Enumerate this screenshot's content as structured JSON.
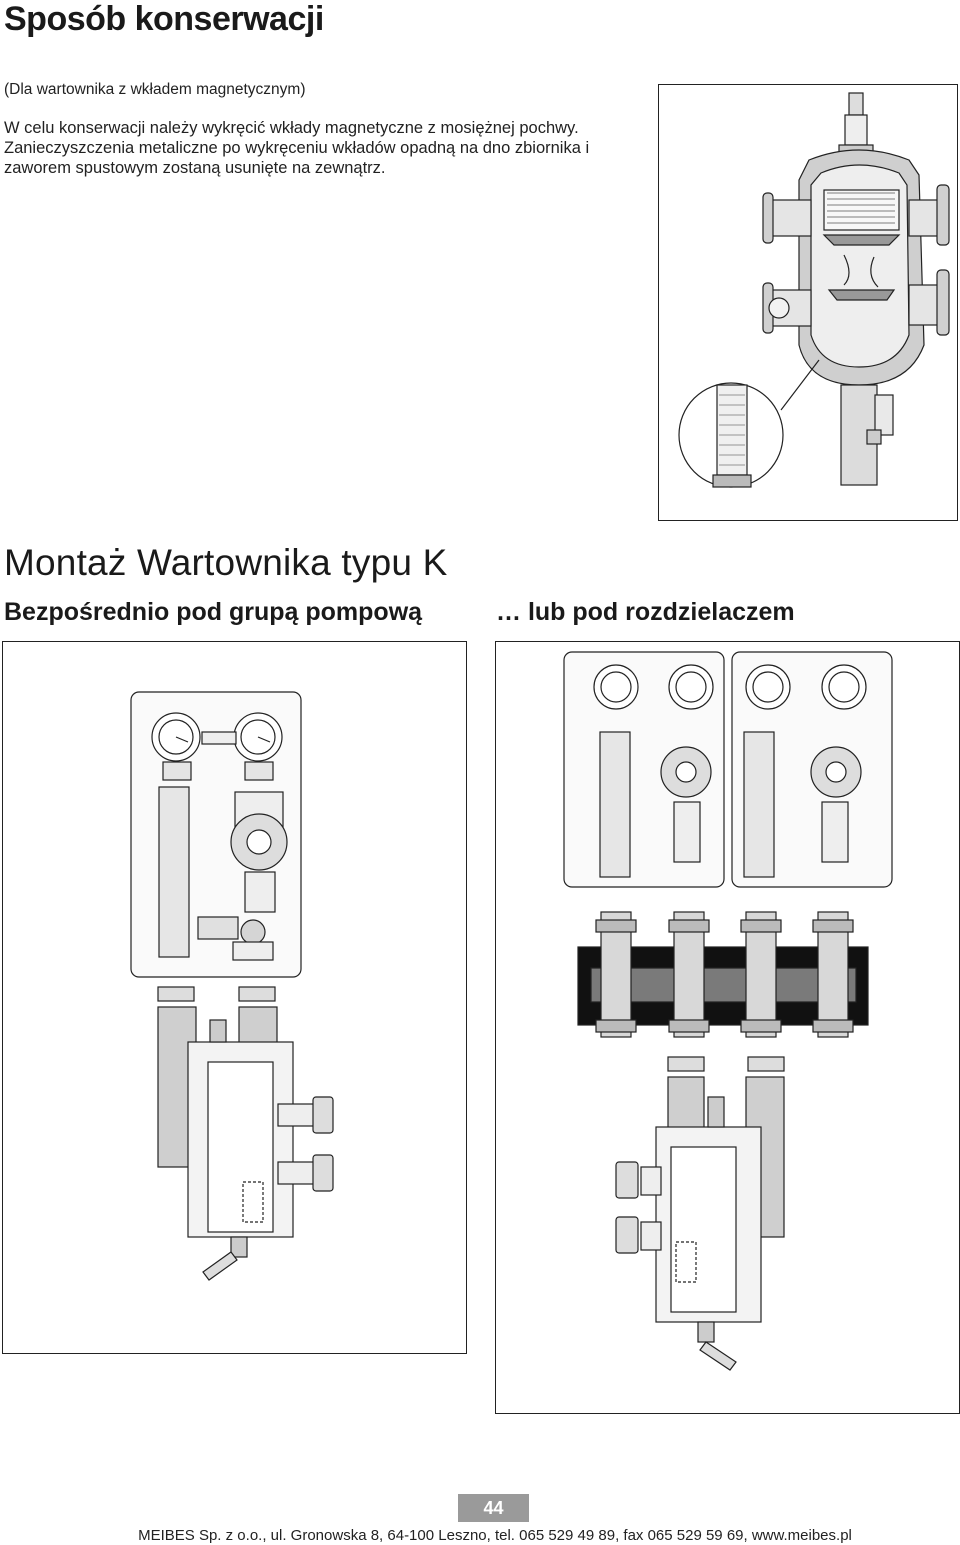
{
  "page": {
    "title": "Sposób konserwacji",
    "note": "(Dla wartownika z wkładem magnetycznym)",
    "paragraph": [
      "W  celu konserwacji należy wykręcić wkłady magnetyczne z mosiężnej pochwy.",
      "Zanieczyszczenia metaliczne po wykręceniu wkładów opadną na dno zbiornika i",
      "zaworem spustowym zostaną usunięte na zewnątrz."
    ],
    "section_title": "Montaż Wartownika typu K",
    "left_caption": "Bezpośrednio pod grupą pompową",
    "right_caption": "… lub pod rozdzielaczem",
    "page_number": "44",
    "footer": "MEIBES Sp. z o.o., ul. Gronowska 8, 64-100 Leszno, tel. 065 529 49 89, fax 065 529 59 69, www.meibes.pl"
  },
  "colors": {
    "text": "#1a1a1a",
    "page_number_bg": "#9a9a9a",
    "manifold_dark": "#111111",
    "manifold_bar": "#7a7a7a"
  }
}
